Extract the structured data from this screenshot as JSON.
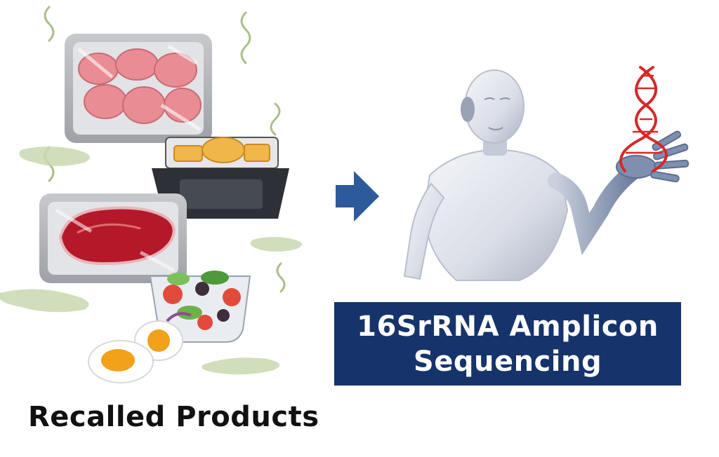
{
  "products_label": "Recalled Products",
  "sequencing_title": {
    "line1": "16SrRNA Amplicon",
    "line2": "Sequencing"
  },
  "colors": {
    "title_box": "#16336b",
    "arrow": "#2d5a9a",
    "dna_helix": "#d62828",
    "odor_waves": "#a9c08a"
  },
  "icons": [
    "odor-wave-icon",
    "raw-meat-tray-icon",
    "fried-chicken-container-icon",
    "steak-tray-icon",
    "salad-bowl-icon",
    "boiled-egg-icon",
    "right-arrow-icon",
    "robot-icon",
    "dna-helix-icon"
  ]
}
